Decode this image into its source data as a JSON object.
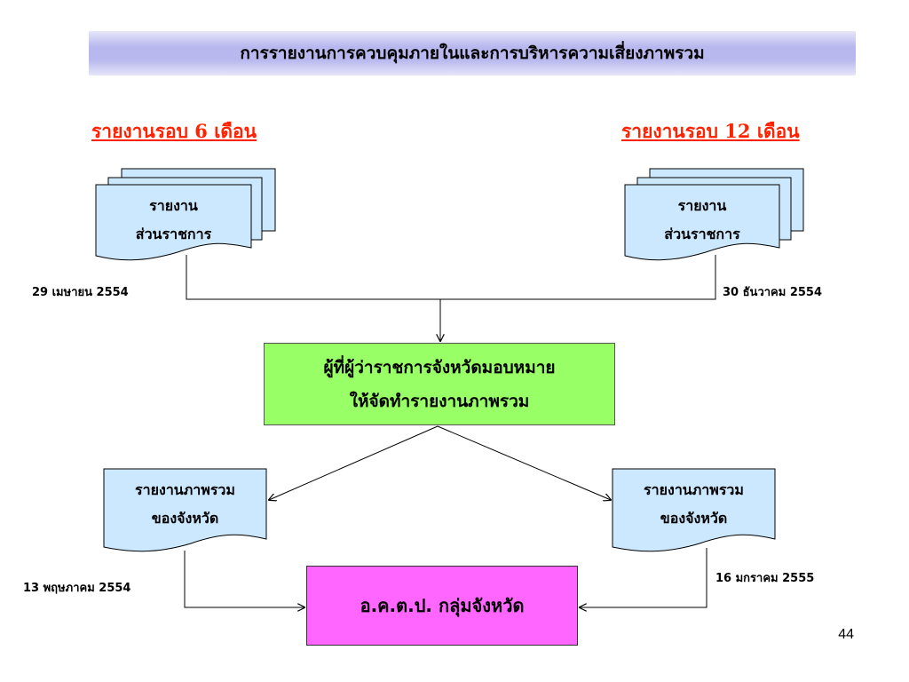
{
  "title": "การรายงานการควบคุมภายในและการบริหารความเสี่ยงภาพรวม",
  "period_left": "รายงานรอบ 6 เดือน",
  "period_right": "รายงานรอบ 12 เดือน",
  "agency_report": {
    "line1": "รายงาน",
    "line2": "ส่วนราชการ"
  },
  "date_left_top": "29 เมษายน 2554",
  "date_right_top": "30 ธันวาคม 2554",
  "governor_box": {
    "line1": "ผู้ที่ผู้ว่าราชการจังหวัดมอบหมาย",
    "line2": "ให้จัดทำรายงานภาพรวม"
  },
  "province_report": {
    "line1": "รายงานภาพรวม",
    "line2": "ของจังหวัด"
  },
  "date_left_bottom": "13 พฤษภาคม 2554",
  "date_right_bottom": "16 มกราคม 2555",
  "committee_box": "อ.ค.ต.ป. กลุ่มจังหวัด",
  "page_number": "44",
  "colors": {
    "period_text": "#ff2200",
    "document_fill": "#cce8ff",
    "governor_fill": "#99ff66",
    "committee_fill": "#ff66ff",
    "banner_fill": "#b8b8ee"
  }
}
